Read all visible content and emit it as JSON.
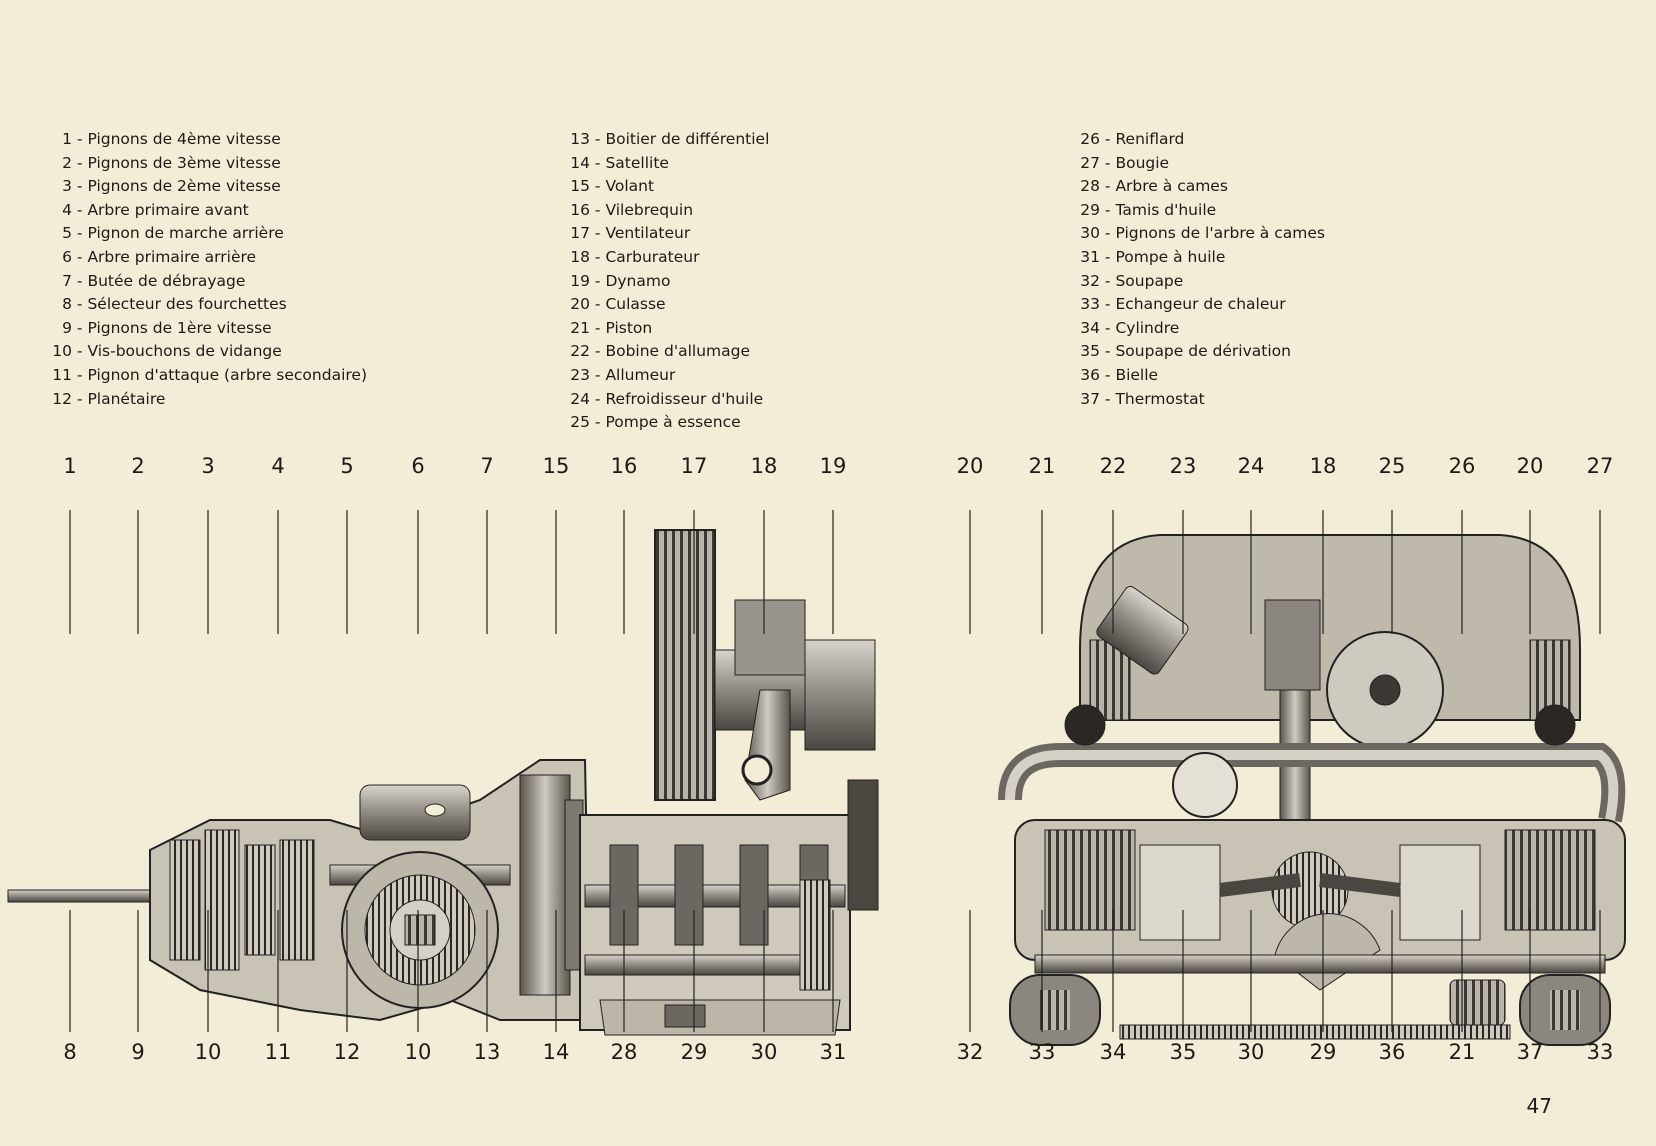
{
  "legend": [
    {
      "n": "1",
      "label": "Pignons de 4ème vitesse"
    },
    {
      "n": "2",
      "label": "Pignons de 3ème vitesse"
    },
    {
      "n": "3",
      "label": "Pignons de 2ème vitesse"
    },
    {
      "n": "4",
      "label": "Arbre primaire avant"
    },
    {
      "n": "5",
      "label": "Pignon de marche arrière"
    },
    {
      "n": "6",
      "label": "Arbre primaire arrière"
    },
    {
      "n": "7",
      "label": "Butée de débrayage"
    },
    {
      "n": "8",
      "label": "Sélecteur des fourchettes"
    },
    {
      "n": "9",
      "label": "Pignons de 1ère vitesse"
    },
    {
      "n": "10",
      "label": "Vis-bouchons de vidange"
    },
    {
      "n": "11",
      "label": "Pignon d'attaque (arbre secondaire)"
    },
    {
      "n": "12",
      "label": "Planétaire"
    },
    {
      "n": "13",
      "label": "Boitier de différentiel"
    },
    {
      "n": "14",
      "label": "Satellite"
    },
    {
      "n": "15",
      "label": "Volant"
    },
    {
      "n": "16",
      "label": "Vilebrequin"
    },
    {
      "n": "17",
      "label": "Ventilateur"
    },
    {
      "n": "18",
      "label": "Carburateur"
    },
    {
      "n": "19",
      "label": "Dynamo"
    },
    {
      "n": "20",
      "label": "Culasse"
    },
    {
      "n": "21",
      "label": "Piston"
    },
    {
      "n": "22",
      "label": "Bobine d'allumage"
    },
    {
      "n": "23",
      "label": "Allumeur"
    },
    {
      "n": "24",
      "label": "Refroidisseur d'huile"
    },
    {
      "n": "25",
      "label": "Pompe à essence"
    },
    {
      "n": "26",
      "label": "Reniflard"
    },
    {
      "n": "27",
      "label": "Bougie"
    },
    {
      "n": "28",
      "label": "Arbre à cames"
    },
    {
      "n": "29",
      "label": "Tamis d'huile"
    },
    {
      "n": "30",
      "label": "Pignons de l'arbre à cames"
    },
    {
      "n": "31",
      "label": "Pompe à huile"
    },
    {
      "n": "32",
      "label": "Soupape"
    },
    {
      "n": "33",
      "label": "Echangeur de chaleur"
    },
    {
      "n": "34",
      "label": "Cylindre"
    },
    {
      "n": "35",
      "label": "Soupape de dérivation"
    },
    {
      "n": "36",
      "label": "Bielle"
    },
    {
      "n": "37",
      "label": "Thermostat"
    }
  ],
  "callouts_top_left": [
    "1",
    "2",
    "3",
    "4",
    "5",
    "6",
    "7",
    "15",
    "16",
    "17",
    "18",
    "19"
  ],
  "callouts_bottom_left": [
    "8",
    "9",
    "10",
    "11",
    "12",
    "10",
    "13",
    "14",
    "28",
    "29",
    "30",
    "31"
  ],
  "callouts_top_right": [
    "20",
    "21",
    "22",
    "23",
    "24",
    "18",
    "25",
    "26",
    "20",
    "27"
  ],
  "callouts_bottom_right": [
    "32",
    "33",
    "34",
    "35",
    "30",
    "29",
    "36",
    "21",
    "37",
    "33"
  ],
  "page_number": "47",
  "colors": {
    "paper": "#f3ecd6",
    "ink": "#1e1a16",
    "metal": "#9c9890",
    "metal_dark": "#4a4640"
  }
}
